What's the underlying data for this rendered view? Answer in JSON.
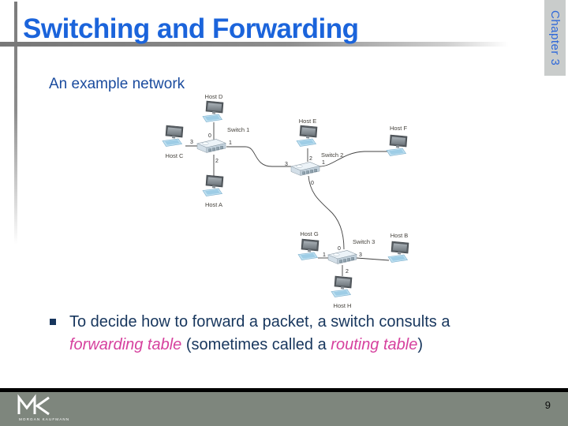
{
  "slide": {
    "title": "Switching and Forwarding",
    "chapter_tab": "Chapter 3",
    "heading": "An example network",
    "page_number": "9"
  },
  "bullet": {
    "line1": "To decide how to forward a packet, a switch consults a",
    "em1": "forwarding table",
    "mid": " (sometimes called a ",
    "em2": "routing table",
    "end": ")"
  },
  "footer": {
    "publisher": "MORGAN KAUFMANN",
    "logo_mark": "MK"
  },
  "colors": {
    "title_blue": "#1b64db",
    "heading_blue": "#1a4b9e",
    "body_navy": "#17365d",
    "accent_pink": "#d6419e",
    "tab_gray": "#c9cccb",
    "tab_text_blue": "#2e68d9",
    "footer_gray": "#7e867d",
    "diagram_line": "#404040"
  },
  "diagram": {
    "hosts": {
      "d": "Host D",
      "c": "Host C",
      "a": "Host A",
      "e": "Host E",
      "f": "Host F",
      "g": "Host G",
      "b": "Host B",
      "h": "Host H"
    },
    "switches": {
      "s1": "Switch 1",
      "s2": "Switch 2",
      "s3": "Switch 3"
    },
    "ports": {
      "s1": {
        "p0": "0",
        "p1": "1",
        "p2": "2",
        "p3": "3"
      },
      "s2": {
        "p0": "0",
        "p1": "1",
        "p2": "2",
        "p3": "3"
      },
      "s3": {
        "p0": "0",
        "p1": "1",
        "p2": "2",
        "p3": "3"
      }
    }
  }
}
